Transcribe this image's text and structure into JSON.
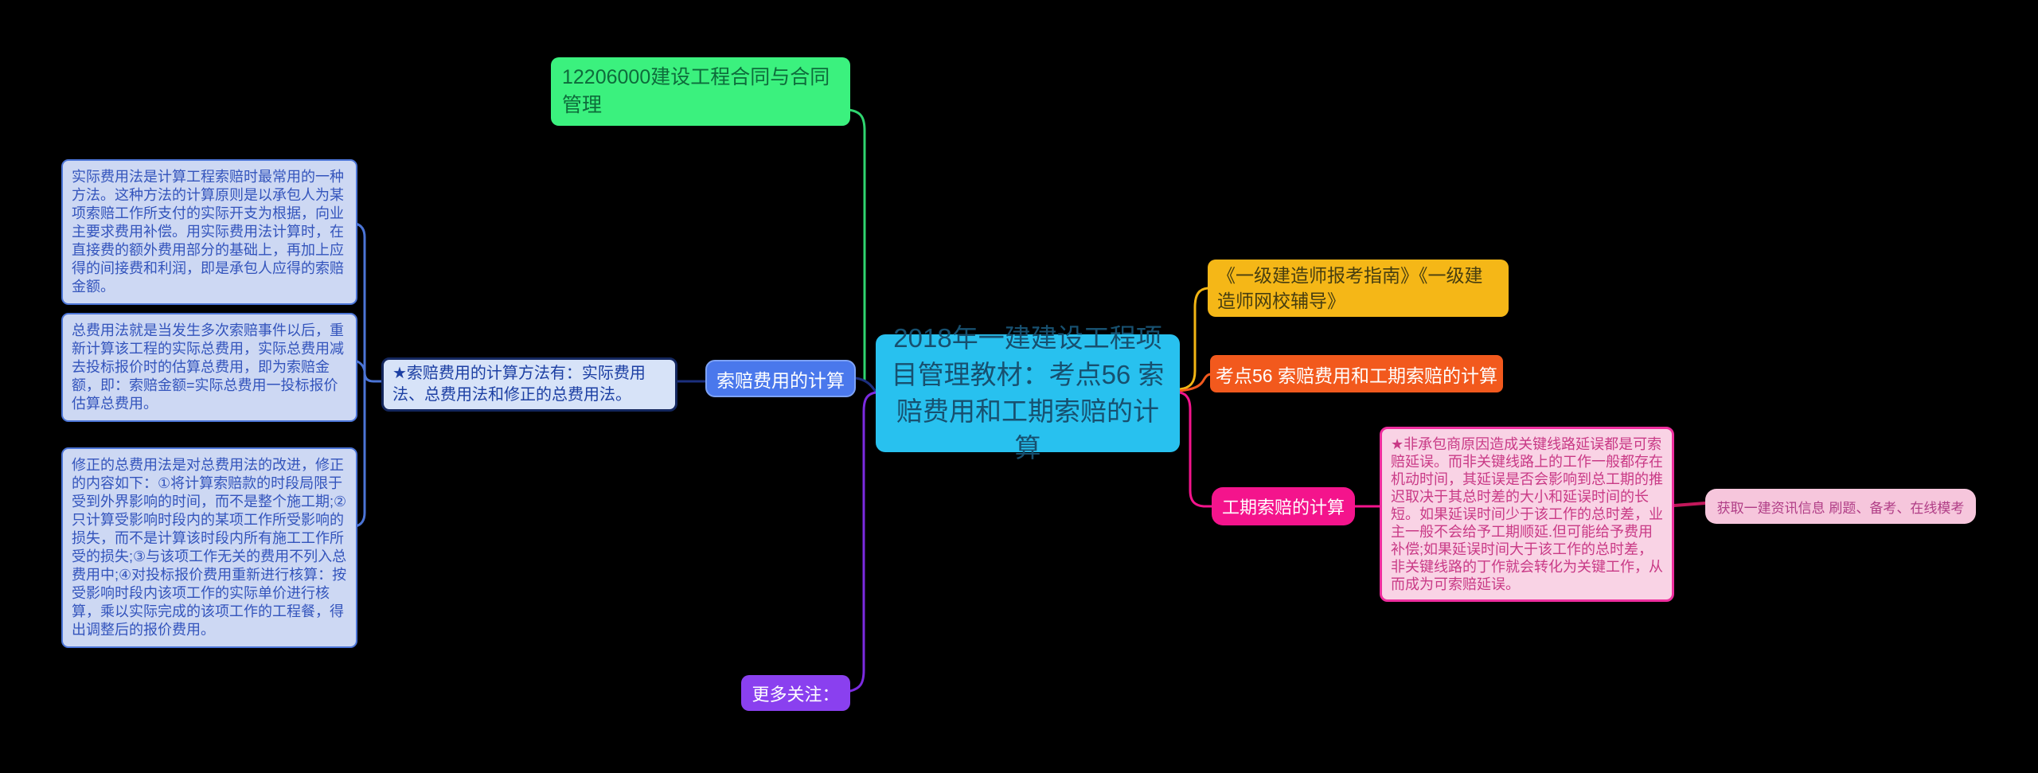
{
  "diagram": {
    "type": "mindmap",
    "background": "#000000"
  },
  "nodes": {
    "chapter": {
      "label": "12206000建设工程合同与合同管理"
    },
    "central": {
      "label": "2018年一建建设工程项目管理教材：考点56 索赔费用和工期索赔的计算"
    },
    "claim_cost": {
      "label": "索赔费用的计算"
    },
    "cost_methods_note": {
      "label": "★索赔费用的计算方法有：实际费用法、总费用法和修正的总费用法。"
    },
    "actual_cost_method": {
      "label": "实际费用法是计算工程索赔时最常用的一种方法。这种方法的计算原则是以承包人为某项索赔工作所支付的实际开支为根据，向业主要求费用补偿。用实际费用法计算时，在直接费的额外费用部分的基础上，再加上应得的间接费和利润，即是承包人应得的索赔金额。"
    },
    "total_cost_method": {
      "label": "总费用法就是当发生多次索赔事件以后，重新计算该工程的实际总费用，实际总费用减去投标报价时的估算总费用，即为索赔金额，即：索赔金额=实际总费用一投标报价估算总费用。"
    },
    "modified_total_cost_method": {
      "label": "修正的总费用法是对总费用法的改进，修正的内容如下：①将计算索赔款的时段局限于受到外界影响的时间，而不是整个施工期;②只计算受影响时段内的某项工作所受影响的损失，而不是计算该时段内所有施工工作所受的损失;③与该项工作无关的费用不列入总费用中;④对投标报价费用重新进行核算：按受影响时段内该项工作的实际单价进行核算，乘以实际完成的该项工作的工程餐，得出调整后的报价费用。"
    },
    "exam_guide": {
      "label": "《一级建造师报考指南》《一级建造师网校辅导》"
    },
    "exam_point": {
      "label": "考点56 索赔费用和工期索赔的计算"
    },
    "schedule_claim": {
      "label": "工期索赔的计算"
    },
    "schedule_claim_note": {
      "label": "★非承包商原因造成关键线路延误都是可索赔延误。而非关键线路上的工作一般都存在机动时间，其延误是否会影响到总工期的推迟取决于其总时差的大小和延误时间的长短。如果延误时间少于该工作的总时差，业主一般不会给予工期顺延.但可能给予费用补偿;如果延误时间大于该工作的总时差，非关键线路的丁作就会转化为关键工作，从而成为可索赔延误。"
    },
    "info_banner": {
      "label": "获取一建资讯信息 刷题、备考、在线模考"
    },
    "more_follow": {
      "label": "更多关注："
    }
  },
  "colors": {
    "background": "#000000",
    "chapter_fill": "#3BF17E",
    "chapter_text": "#0E6B3B",
    "detail_fill": "#CDD8F3",
    "detail_border": "#4B74D6",
    "detail_text": "#3354BC",
    "note_fill": "#D7E3F8",
    "note_border": "#14275E",
    "claim_cost_fill": "#4A78EC",
    "central_fill": "#28C1EF",
    "central_text": "#17506F",
    "guide_fill": "#F5B717",
    "point_fill": "#F2591D",
    "schedule_fill": "#F4148C",
    "sched_note_fill": "#F9D3E5",
    "sched_note_border": "#EE2E9E",
    "sched_note_text": "#C93A86",
    "info_fill": "#F6C6DC",
    "info_text": "#B03D86",
    "more_fill": "#8A40EF",
    "line_green": "#2FD56F",
    "line_blue": "#4B74D6",
    "line_navy": "#1C2F7E",
    "line_purple": "#7B2BE0",
    "line_yellow": "#F2B513",
    "line_orange": "#F2591D",
    "line_pink": "#F4148C",
    "line_crimson": "#C2185B"
  }
}
